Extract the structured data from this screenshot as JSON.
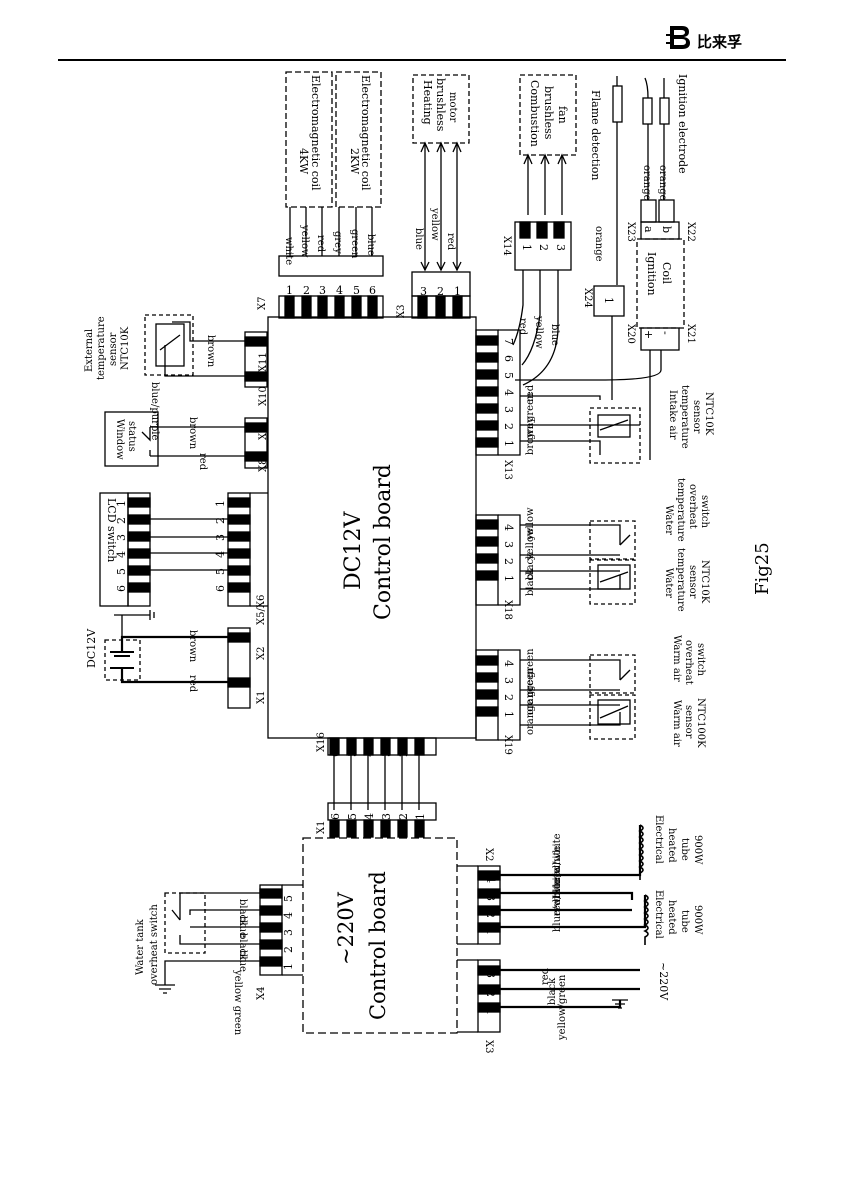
{
  "header": {
    "brand_text": "比来孚",
    "brand_color": "#000000",
    "logo_icon": "letter-b-logo-icon"
  },
  "figure_label": "Fig25",
  "dc_board": {
    "title": "DC12V",
    "subtitle": "Control board"
  },
  "ac_board": {
    "title": "~220V",
    "subtitle": "Control board"
  },
  "top": {
    "coil_4kw": {
      "label": "4KW",
      "name": "Electromagnetic coil"
    },
    "coil_2kw": {
      "label": "2KW",
      "name": "Electromagnetic coil"
    },
    "x7": {
      "label": "X7",
      "pins": [
        "1",
        "2",
        "3",
        "4",
        "5",
        "6"
      ],
      "wires": [
        "white",
        "yellow",
        "red",
        "grey",
        "green",
        "blue"
      ]
    },
    "heating_motor": {
      "line1": "Heating",
      "line2": "brushless",
      "line3": "motor"
    },
    "x3": {
      "label": "X3",
      "pins": [
        "3",
        "2",
        "1"
      ],
      "wires": [
        "blue",
        "yellow",
        "red"
      ]
    },
    "combustion_fan": {
      "line1": "Combustion",
      "line2": "brushless",
      "line3": "fan"
    },
    "x14": {
      "label": "X14",
      "pins": [
        "1",
        "2",
        "3"
      ]
    },
    "flame_detection": "Flame detection",
    "ignition_electrode": "Ignition electrode",
    "x24": {
      "label": "X24",
      "pin": "1",
      "wire": "orange"
    },
    "ignition_coil": {
      "line1": "Ignition",
      "line2": "Coil",
      "pin_a": "a",
      "pin_b": "b",
      "plus": "+",
      "minus": "-"
    },
    "x23": "X23",
    "x22": "X22",
    "x20": "X20",
    "x21": "X21",
    "ignition_wires": [
      "orange",
      "orange"
    ]
  },
  "right": {
    "x13": {
      "label": "X13",
      "pins": [
        "1",
        "2",
        "3",
        "4",
        "5",
        "6",
        "7"
      ],
      "wires": [
        "brown",
        "grey",
        "green",
        "red",
        "blue",
        "yellow",
        "red"
      ]
    },
    "intake_sensor": {
      "line1": "Intake air",
      "line2": "temperature",
      "line3": "sensor",
      "line4": "NTC10K"
    },
    "x18": {
      "label": "X18",
      "pins": [
        "1",
        "2",
        "3",
        "4"
      ],
      "wires": [
        "black",
        "black",
        "yellow",
        "yellow"
      ]
    },
    "water_sensor": {
      "line1": "Water",
      "line2": "temperature",
      "line3": "sensor",
      "line4": "NTC10K"
    },
    "water_switch": {
      "line1": "Water",
      "line2": "temperature",
      "line3": "overheat",
      "line4": "switch"
    },
    "x19": {
      "label": "X19",
      "pins": [
        "1",
        "2",
        "3",
        "4"
      ],
      "wires": [
        "orange",
        "orange",
        "green",
        "green"
      ]
    },
    "warm_sensor": {
      "line1": "Warm air",
      "line2": "sensor",
      "line3": "NTC100K"
    },
    "warm_switch": {
      "line1": "Warm air",
      "line2": "overheat",
      "line3": "switch"
    }
  },
  "left": {
    "external_sensor": {
      "line1": "External",
      "line2": "temperature",
      "line3": "sensor",
      "line4": "NTC10K"
    },
    "x11": "X11",
    "x10": "X10",
    "ext_wires": [
      "brown",
      "blue/purple"
    ],
    "window": {
      "line1": "Window",
      "line2": "status"
    },
    "x9": "X9",
    "x8": "X8",
    "window_wires": [
      "brown",
      "red"
    ],
    "lcd_switch": {
      "label": "LCD switch",
      "pins": [
        "1",
        "2",
        "3",
        "4",
        "5",
        "6"
      ]
    },
    "x5_pins": [
      "1",
      "2",
      "3",
      "4",
      "5",
      "6"
    ],
    "x5_label": "X5/X6",
    "dc12v": "DC12V",
    "x2": "X2",
    "x1": "X1",
    "power_wires": [
      "brown",
      "red"
    ]
  },
  "middle": {
    "x16": {
      "label": "X16",
      "pins": [
        "6",
        "5",
        "4",
        "3",
        "2",
        "1"
      ]
    },
    "x1b": {
      "label": "X1",
      "pins": [
        "6",
        "5",
        "4",
        "3",
        "2",
        "1"
      ]
    }
  },
  "bottom": {
    "x4": {
      "label": "X4",
      "pins": [
        "1",
        "2",
        "3",
        "4",
        "5"
      ],
      "wires": [
        "yellow green",
        "blue",
        "black",
        "blue",
        "black"
      ]
    },
    "water_tank": {
      "line1": "Water tank",
      "line2": "overheat switch"
    },
    "x2b": {
      "label": "X2",
      "pins": [
        "1",
        "2",
        "3",
        "4"
      ],
      "wires": [
        "blue/white",
        "red/white",
        "blue/white",
        "red/white"
      ]
    },
    "tube_right": {
      "line1": "Electrical",
      "line2": "heated",
      "line3": "tube",
      "line4": "900W"
    },
    "tube_left": {
      "line1": "Electrical",
      "line2": "heated",
      "line3": "tube",
      "line4": "900W"
    },
    "x3b": {
      "label": "X3",
      "pins": [
        "1",
        "2",
        "3"
      ],
      "wires": [
        "yellow/green",
        "black",
        "red"
      ]
    },
    "mains": "~220V"
  }
}
